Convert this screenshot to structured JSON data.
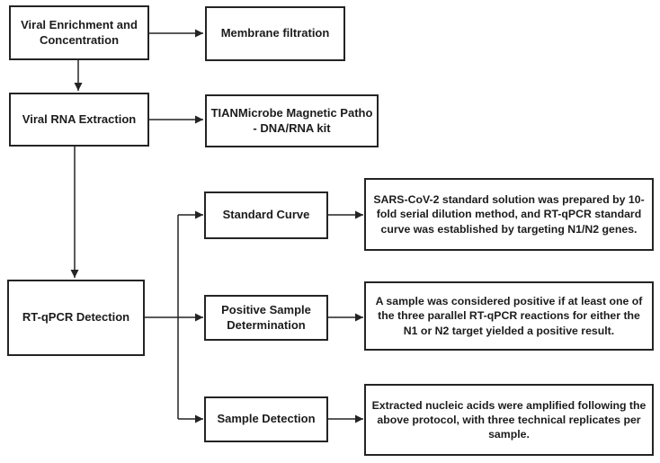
{
  "colors": {
    "border": "#242424",
    "text": "#1c1c1c",
    "background": "#ffffff",
    "connector": "#242424"
  },
  "flow": {
    "steps": [
      {
        "label": "Viral Enrichment and Concentration"
      },
      {
        "label": "Viral RNA Extraction"
      },
      {
        "label": "RT-qPCR Detection"
      }
    ],
    "methods": [
      {
        "label": "Membrane filtration"
      },
      {
        "label": "TIANMicrobe Magnetic Patho - DNA/RNA kit"
      }
    ],
    "branches": [
      {
        "label": "Standard Curve",
        "description": "SARS-CoV-2 standard solution was prepared by 10-fold serial dilution method, and RT-qPCR standard curve was established by targeting N1/N2 genes."
      },
      {
        "label": "Positive Sample Determination",
        "description": "A sample was considered positive if at least one of the three parallel RT-qPCR reactions for either the N1 or N2 target yielded a positive result."
      },
      {
        "label": "Sample Detection",
        "description": "Extracted nucleic acids were amplified following the above protocol, with three technical replicates per sample."
      }
    ]
  }
}
